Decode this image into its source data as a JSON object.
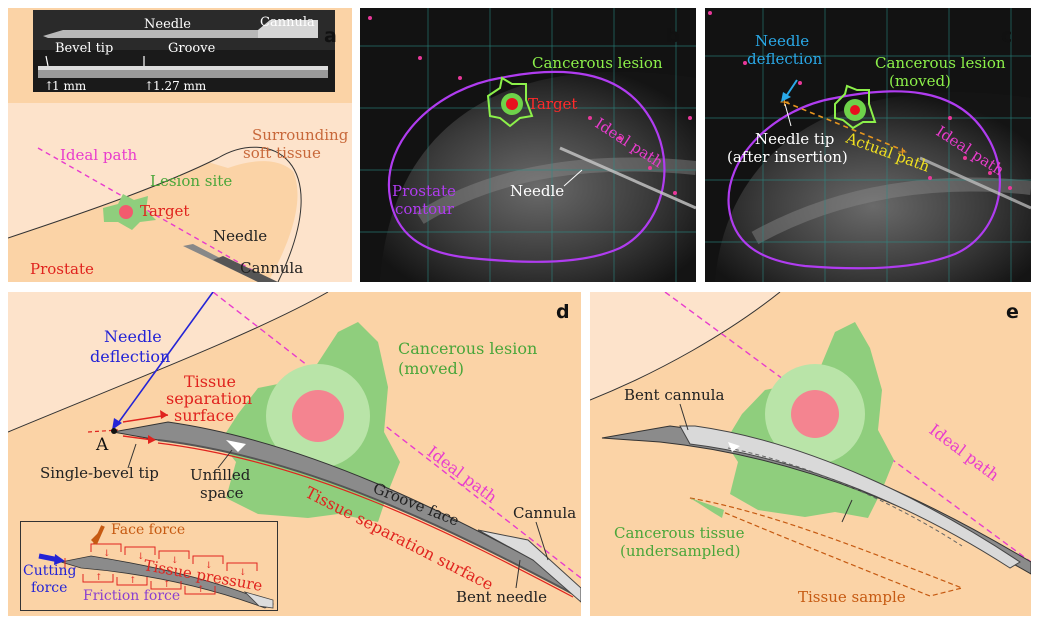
{
  "panels": {
    "a": {
      "letter": "a",
      "photo": {
        "needle": "Needle",
        "cannula": "Cannula",
        "bevel_tip": "Bevel tip",
        "groove": "Groove",
        "dim1": "1 mm",
        "dim2": "1.27 mm"
      },
      "ideal_path": "Ideal path",
      "surrounding_1": "Surrounding",
      "surrounding_2": "soft tissue",
      "lesion_site": "Lesion site",
      "target": "Target",
      "needle": "Needle",
      "prostate": "Prostate",
      "cannula": "Cannula"
    },
    "b": {
      "letter": "b",
      "cancerous_lesion": "Cancerous lesion",
      "target": "Target",
      "ideal_path": "Ideal path",
      "needle": "Needle",
      "prostate_1": "Prostate",
      "prostate_2": "contour"
    },
    "c": {
      "letter": "c",
      "needle_deflection_1": "Needle",
      "needle_deflection_2": "deflection",
      "cancerous_lesion_1": "Cancerous lesion",
      "cancerous_lesion_2": "(moved)",
      "needle_tip_1": "Needle tip",
      "needle_tip_2": "(after insertion)",
      "actual_path": "Actual path",
      "ideal_path": "Ideal path"
    },
    "d": {
      "letter": "d",
      "needle_deflection_1": "Needle",
      "needle_deflection_2": "deflection",
      "cancerous_lesion_1": "Cancerous lesion",
      "cancerous_lesion_2": "(moved)",
      "tissue_sep_1": "Tissue",
      "tissue_sep_2": "separation",
      "tissue_sep_3": "surface",
      "point_a": "A",
      "single_bevel": "Single-bevel tip",
      "unfilled_1": "Unfilled",
      "unfilled_2": "space",
      "ideal_path": "Ideal path",
      "groove_face": "Groove face",
      "cannula": "Cannula",
      "tissue_sep_surface": "Tissue separation surface",
      "bent_needle": "Bent needle",
      "inset": {
        "face_force": "Face force",
        "tissue_pressure": "Tissue pressure",
        "cutting_1": "Cutting",
        "cutting_2": "force",
        "friction_force": "Friction force"
      }
    },
    "e": {
      "letter": "e",
      "bent_cannula": "Bent cannula",
      "ideal_path": "Ideal path",
      "cancerous_tissue_1": "Cancerous tissue",
      "cancerous_tissue_2": "(undersampled)",
      "tissue_sample": "Tissue sample"
    }
  },
  "colors": {
    "background": "#fbd3a6",
    "soft_tissue": "#fde3cb",
    "lesion": "#8fce7d",
    "target": "#f25a6e",
    "ideal_path": "#e83ccd",
    "contour": "#a13be0",
    "red_text": "#e0231e",
    "blue": "#2424d6",
    "cyan": "#2aa9e8",
    "yellow": "#e6d21f",
    "orange": "#c65a12",
    "purple": "#8a3fd0"
  }
}
